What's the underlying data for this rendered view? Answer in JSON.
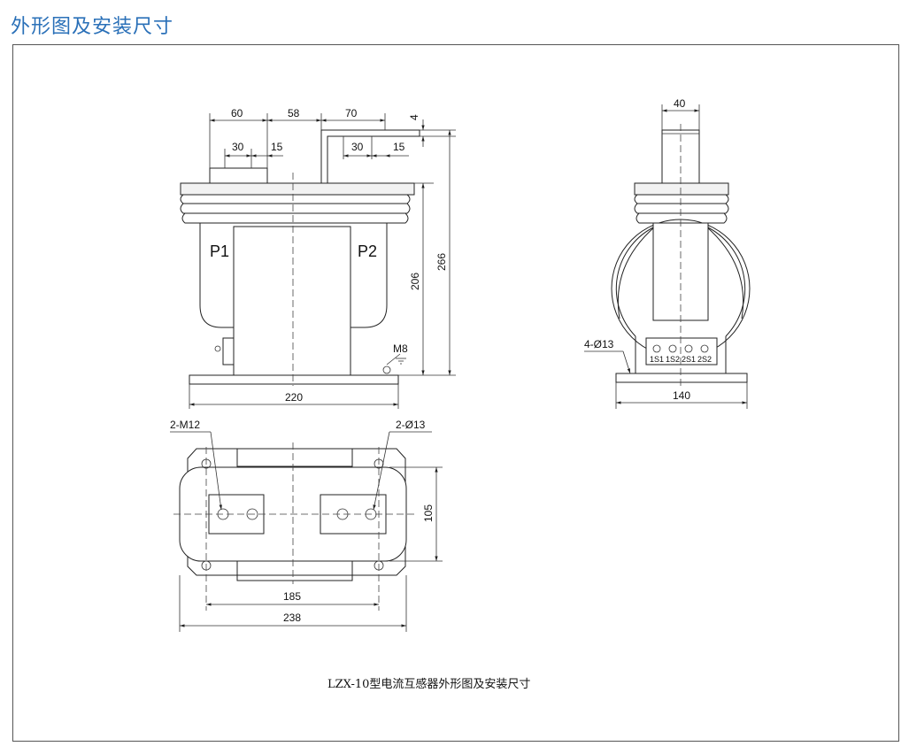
{
  "page": {
    "title": "外形图及安装尺寸",
    "caption": "LZX-10型电流互感器外形图及安装尺寸"
  },
  "front_view": {
    "terminal_p1": "P1",
    "terminal_p2": "P2",
    "ground_bolt": "M8",
    "dims": {
      "d60": "60",
      "d58": "58",
      "d70": "70",
      "d4": "4",
      "d30a": "30",
      "d15a": "15",
      "d30b": "30",
      "d15b": "15",
      "d206": "206",
      "d266": "266",
      "d220": "220"
    }
  },
  "side_view": {
    "terminals": [
      "1S1",
      "1S2",
      "2S1",
      "2S2"
    ],
    "dims": {
      "d40": "40",
      "d140": "140",
      "holes": "4-Ø13"
    }
  },
  "top_view": {
    "dims": {
      "bolts": "2-M12",
      "holes": "2-Ø13",
      "d105": "105",
      "d185": "185",
      "d238": "238"
    }
  }
}
